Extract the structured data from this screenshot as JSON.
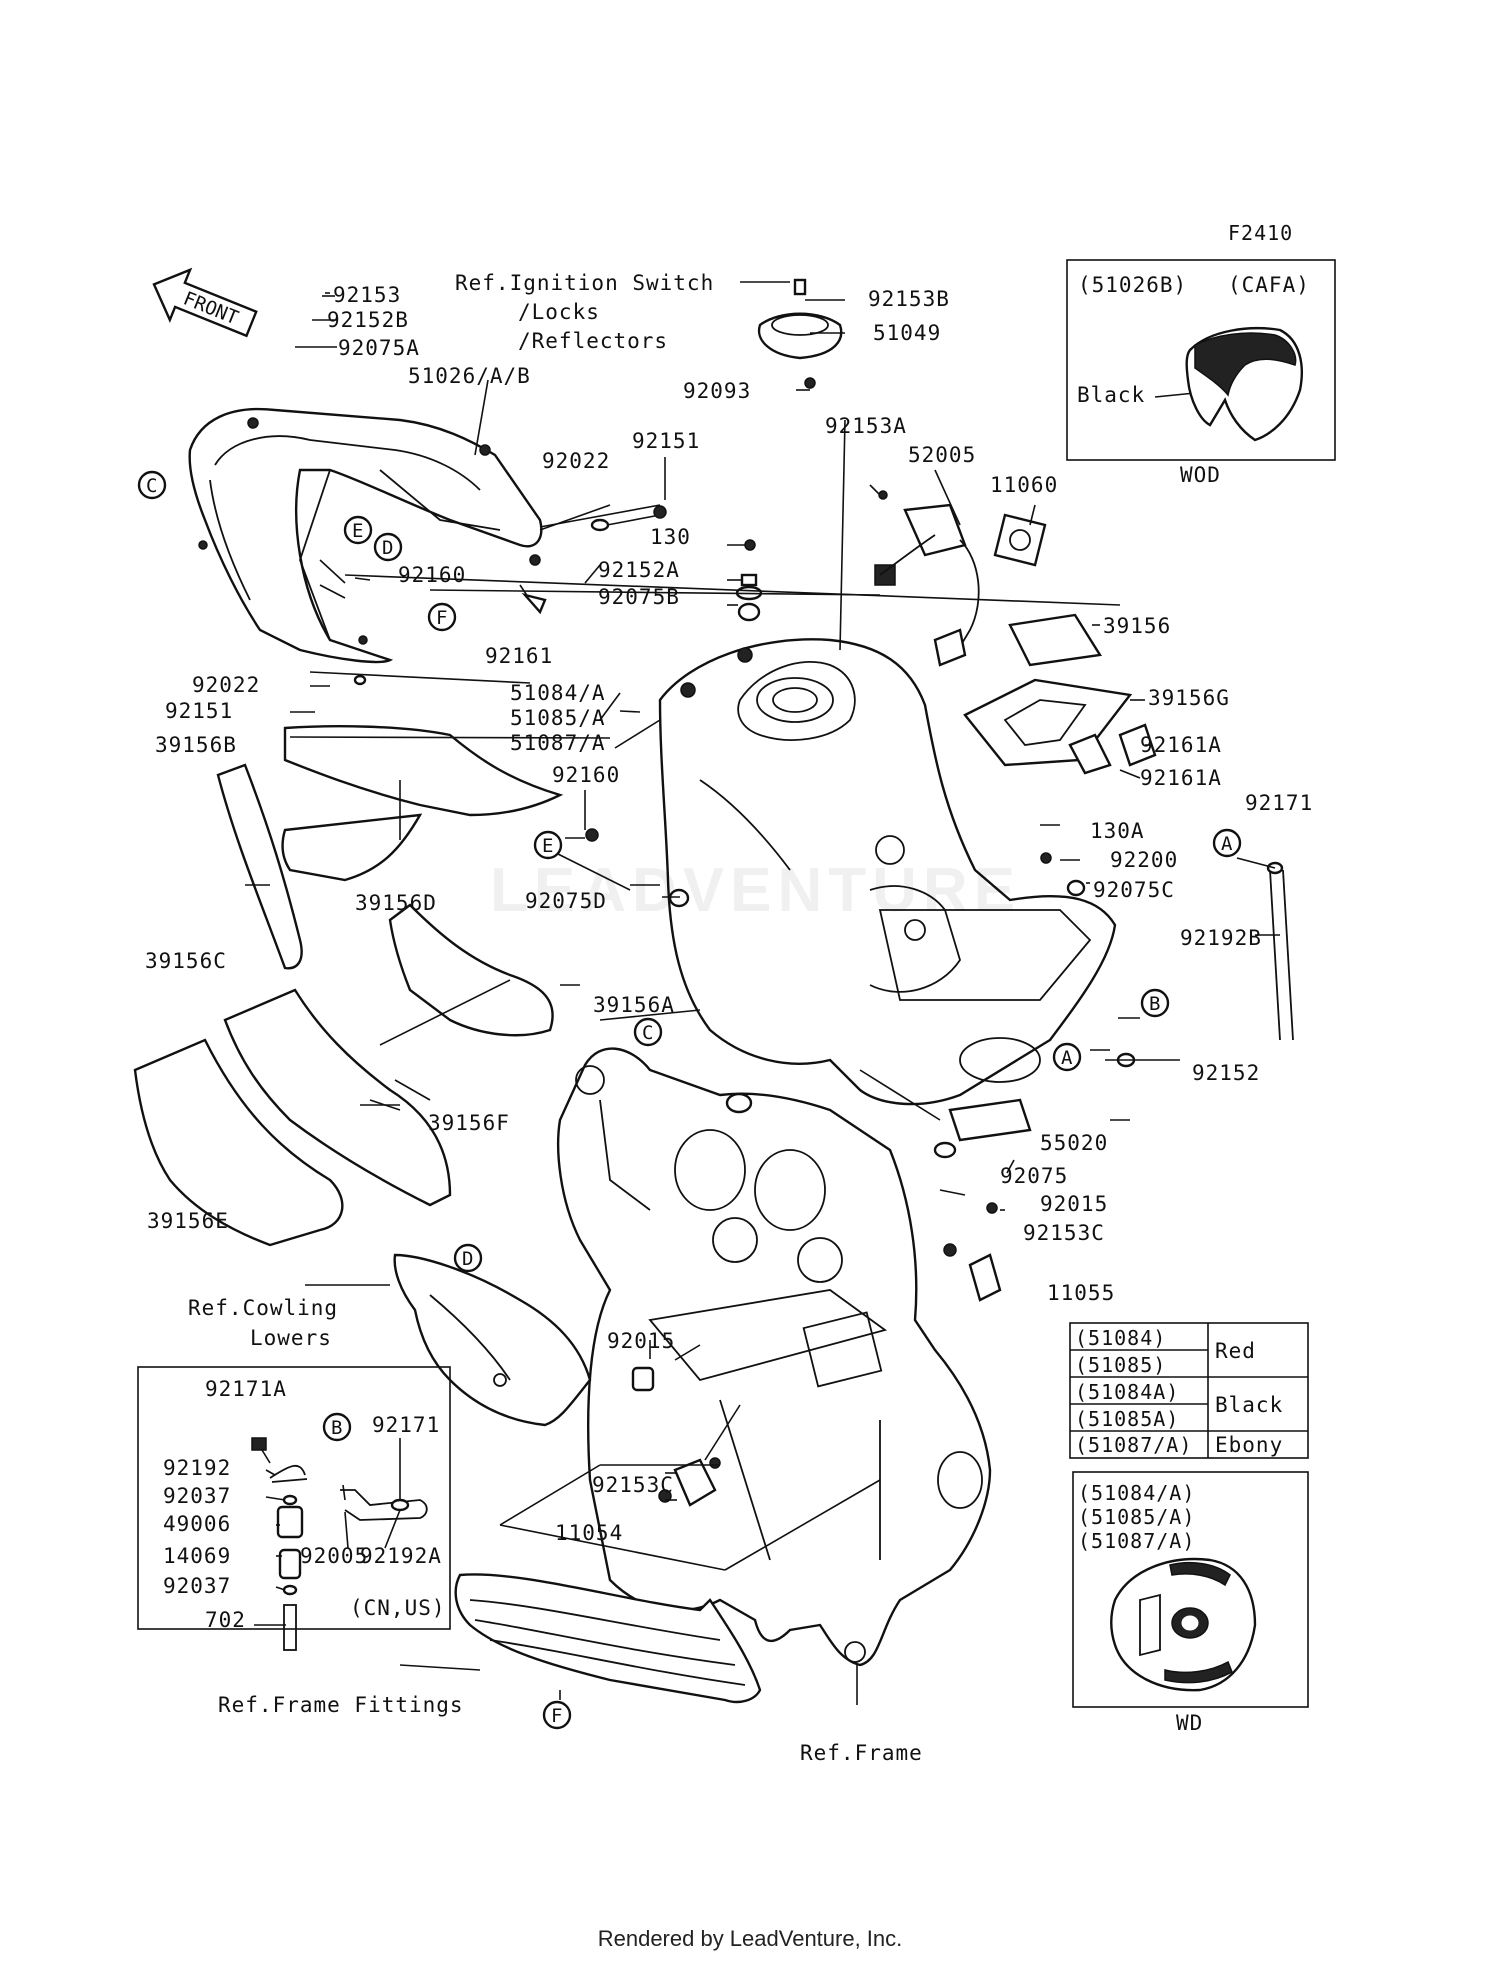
{
  "figure_code": "F2410",
  "front_arrow": "FRONT",
  "watermark": "LEADVENTURE",
  "footer": "Rendered by LeadVenture, Inc.",
  "callout_letters": [
    "A",
    "B",
    "C",
    "D",
    "E",
    "F"
  ],
  "part_labels": {
    "p92153": "92153",
    "p92152B": "92152B",
    "p92075A": "92075A",
    "ref_ignition_1": "Ref.Ignition Switch",
    "ref_ignition_2": "/Locks",
    "ref_ignition_3": "/Reflectors",
    "p92153B": "92153B",
    "p51049": "51049",
    "p92093": "92093",
    "p51026AB": "51026/A/B",
    "p92153A": "92153A",
    "p52005": "52005",
    "p11060": "11060",
    "p92151_top": "92151",
    "p92022_top": "92022",
    "p130": "130",
    "p92152A": "92152A",
    "p92075B": "92075B",
    "p92160_top": "92160",
    "p92161": "92161",
    "p39156": "39156",
    "p39156G": "39156G",
    "p92161A_1": "92161A",
    "p92161A_2": "92161A",
    "p92022_left": "92022",
    "p92151_left": "92151",
    "p51084A": "51084/A",
    "p51085A": "51085/A",
    "p51087A": "51087/A",
    "p39156B": "39156B",
    "p92160_mid": "92160",
    "p92171_right": "92171",
    "p130A": "130A",
    "p92200": "92200",
    "p92075C": "92075C",
    "p39156D": "39156D",
    "p92075D": "92075D",
    "p39156C": "39156C",
    "p92192B": "92192B",
    "p39156A": "39156A",
    "p92152": "92152",
    "p39156F": "39156F",
    "p55020": "55020",
    "p92075": "92075",
    "p92015_right": "92015",
    "p39156E": "39156E",
    "p92153C_right": "92153C",
    "p11055": "11055",
    "ref_cowling_1": "Ref.Cowling",
    "ref_cowling_2": "Lowers",
    "p92015_mid": "92015",
    "p92153C_mid": "92153C",
    "p11054": "11054",
    "ref_frame_fittings": "Ref.Frame Fittings",
    "ref_frame": "Ref.Frame"
  },
  "inset_wod": {
    "code": "(51026B)",
    "region": "(CAFA)",
    "color_label": "Black",
    "caption": "WOD"
  },
  "inset_hose": {
    "labels": {
      "p92171A": "92171A",
      "p92192": "92192",
      "p92037_a": "92037",
      "p49006": "49006",
      "p14069": "14069",
      "p92037_b": "92037",
      "p702": "702",
      "p92171": "92171",
      "p92005": "92005",
      "p92192A": "92192A"
    },
    "region": "(CN,US)"
  },
  "color_table": {
    "rows": [
      {
        "part": "(51084)",
        "color": "Red"
      },
      {
        "part": "(51085)",
        "color": ""
      },
      {
        "part": "(51084A)",
        "color": "Black"
      },
      {
        "part": "(51085A)",
        "color": ""
      },
      {
        "part": "(51087/A)",
        "color": "Ebony"
      }
    ]
  },
  "inset_wd": {
    "lines": [
      "(51084/A)",
      "(51085/A)",
      "(51087/A)"
    ],
    "caption": "WD"
  }
}
